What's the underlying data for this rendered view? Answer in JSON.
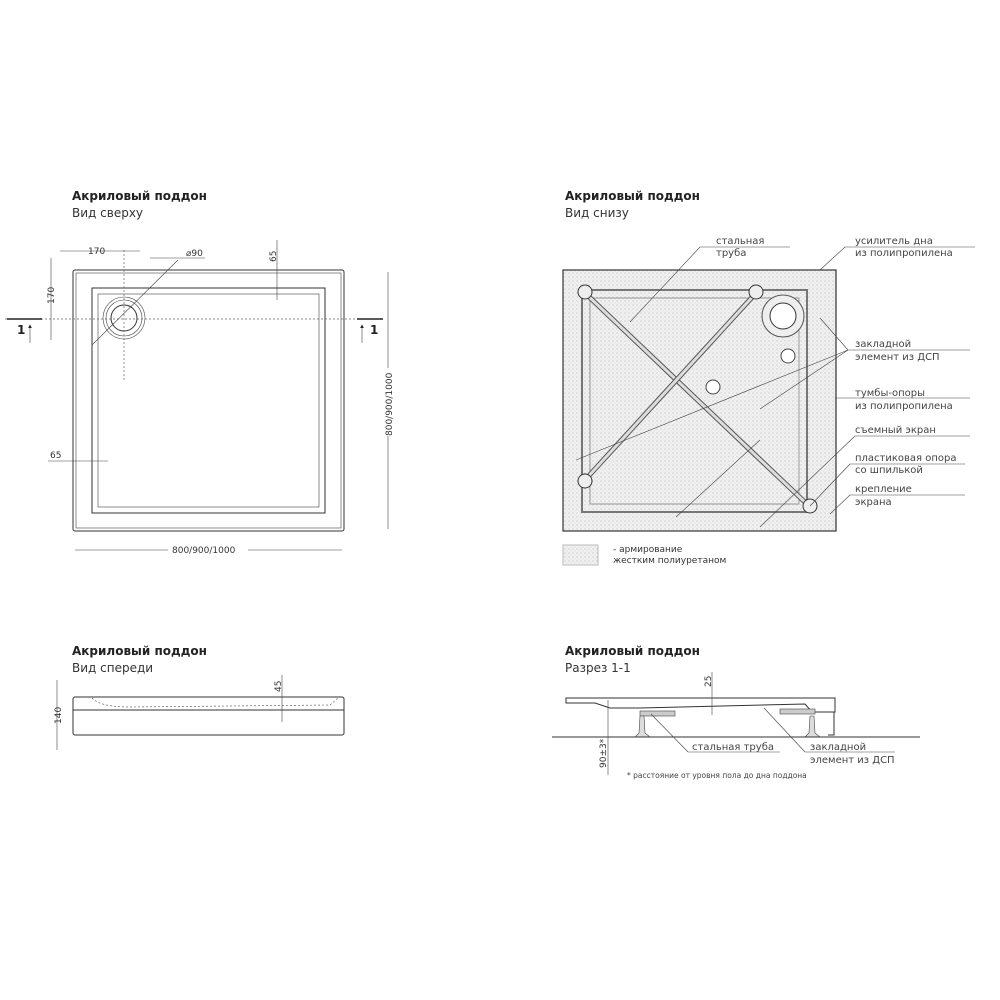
{
  "top_view": {
    "title": "Акриловый поддон",
    "subtitle": "Вид сверху",
    "dim_170_h": "170",
    "dim_170_v": "170",
    "dim_drain": "⌀90",
    "dim_65_top": "65",
    "dim_65_left": "65",
    "dim_width": "800/900/1000",
    "dim_depth": "800/900/1000",
    "section_mark_left": "1",
    "section_mark_right": "1"
  },
  "bottom_view": {
    "title": "Акриловый поддон",
    "subtitle": "Вид снизу",
    "labels": {
      "pipe_1": "стальная",
      "pipe_2": "труба",
      "reinforce_1": "усилитель дна",
      "reinforce_2": "из полипропилена",
      "insert_1": "закладной",
      "insert_2": "элемент из ДСП",
      "pedestal_1": "тумбы-опоры",
      "pedestal_2": "из полипропилена",
      "screen": "съемный экран",
      "support_1": "пластиковая опора",
      "support_2": "со шпилькой",
      "mount_1": "крепление",
      "mount_2": "экрана"
    },
    "legend_1": "- армирование",
    "legend_2": "жестким полиуретаном"
  },
  "front_view": {
    "title": "Акриловый поддон",
    "subtitle": "Вид спереди",
    "dim_140": "140",
    "dim_45": "45"
  },
  "section_view": {
    "title": "Акриловый поддон",
    "subtitle": "Разрез 1-1",
    "dim_25": "25",
    "dim_height": "90±3*",
    "label_pipe": "стальная труба",
    "label_insert_1": "закладной",
    "label_insert_2": "элемент из ДСП",
    "footnote": "* расстояние от уровня пола до дна поддона"
  }
}
